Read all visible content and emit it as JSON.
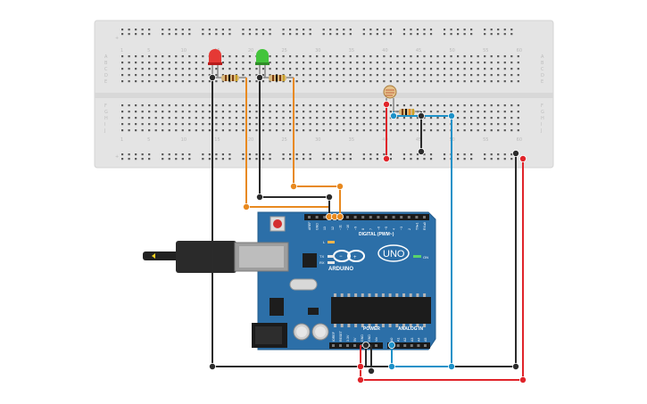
{
  "breadboard": {
    "column_numbers": [
      "1",
      "5",
      "10",
      "15",
      "20",
      "25",
      "30",
      "35",
      "40",
      "45",
      "50",
      "55",
      "60"
    ],
    "row_letters_top": [
      "A",
      "B",
      "C",
      "D",
      "E"
    ],
    "row_letters_bottom": [
      "F",
      "G",
      "H",
      "I",
      "J"
    ]
  },
  "arduino": {
    "brand": "ARDUINO",
    "model": "UNO",
    "digital_label": "DIGITAL (PWM~)",
    "power_label": "POWER",
    "analog_label": "ANALOG IN",
    "on_label": "ON",
    "l_label": "L",
    "tx_label": "TX",
    "rx_label": "RX",
    "digital_pins": [
      "AREF",
      "GND",
      "13",
      "12",
      "~11",
      "~10",
      "~9",
      "8",
      "7",
      "~6",
      "~5",
      "4",
      "~3",
      "2",
      "TX▸1",
      "RX◂0"
    ],
    "power_pins": [
      "IOREF",
      "RESET",
      "3.3V",
      "5V",
      "GND",
      "GND",
      "Vin"
    ],
    "analog_pins": [
      "A0",
      "A1",
      "A2",
      "A3",
      "A4",
      "A5"
    ]
  },
  "colors": {
    "wire_orange": "#e8891f",
    "wire_black": "#2b2b2b",
    "wire_red": "#e0242a",
    "wire_blue": "#1e91c8",
    "board_blue": "#2c6fa8",
    "led_red": "#e53935",
    "led_green": "#43c43b"
  }
}
